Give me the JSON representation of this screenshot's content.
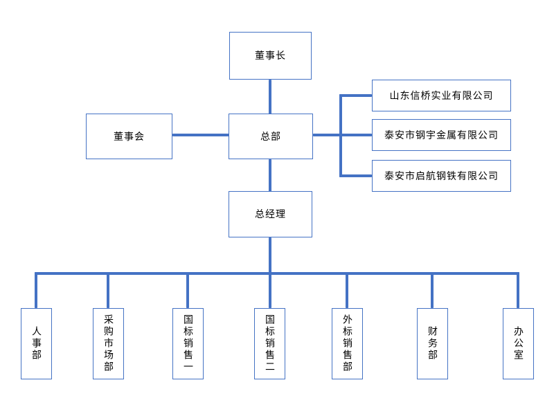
{
  "colors": {
    "accent": "#4472C4",
    "text": "#000000",
    "background": "#FFFFFF"
  },
  "org_chart": {
    "type": "organization-diagram",
    "chairman": "董事长",
    "board": "董事会",
    "headquarters": "总部",
    "general_manager": "总经理",
    "companies": [
      "山东信桥实业有限公司",
      "泰安市钢宇金属有限公司",
      "泰安市启航钢铁有限公司"
    ],
    "departments": [
      "人事部",
      "采购市场部",
      "国标销售一",
      "国标销售二",
      "外标销售部",
      "财务部",
      "办公室"
    ]
  }
}
